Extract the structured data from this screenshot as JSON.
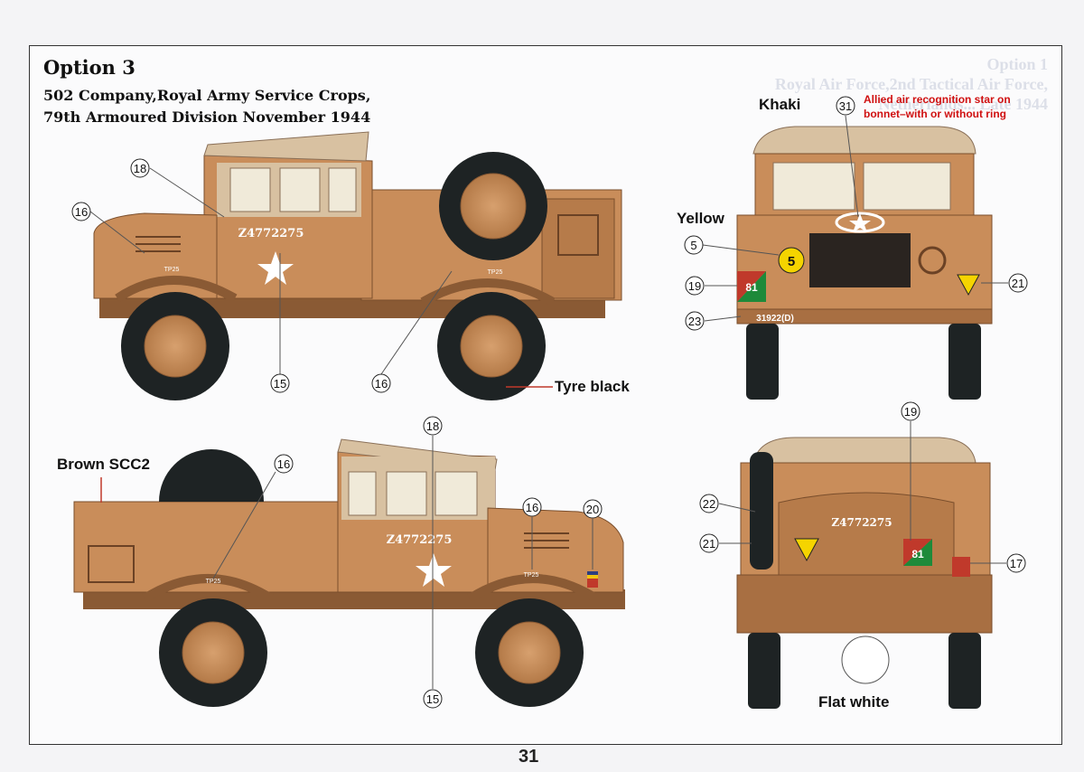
{
  "page": {
    "option_title": "Option 3",
    "subtitle_line1": "502 Company,Royal Army Service Crops,",
    "subtitle_line2": "79th Armoured Division November 1944",
    "page_number": "31",
    "ghost_text": [
      "Option 1",
      "Royal Air Force,2nd Tactical Air Force,",
      "Netherlands... Late 1944"
    ]
  },
  "labels": {
    "khaki": "Khaki",
    "yellow": "Yellow",
    "tyre": "Tyre black",
    "brown": "Brown SCC2",
    "flat_white": "Flat white",
    "recognition_note_1": "Allied air recognition star on",
    "recognition_note_2": "bonnet–with or without ring"
  },
  "markings": {
    "registration": "Z4772275",
    "unit_number": "81",
    "bridge_plate": "31922(D)",
    "tp_mark": "TP25",
    "yellow_disc": "5"
  },
  "callouts": {
    "c18": "18",
    "c16": "16",
    "c15": "15",
    "c31": "31",
    "c5": "5",
    "c19": "19",
    "c23": "23",
    "c21": "21",
    "c20": "20",
    "c22": "22",
    "c17": "17"
  },
  "colors": {
    "body": "#c98d5a",
    "body_dark": "#a86f42",
    "canvas": "#d8c1a1",
    "tyre": "#1e2324",
    "note_red": "#d01010"
  }
}
